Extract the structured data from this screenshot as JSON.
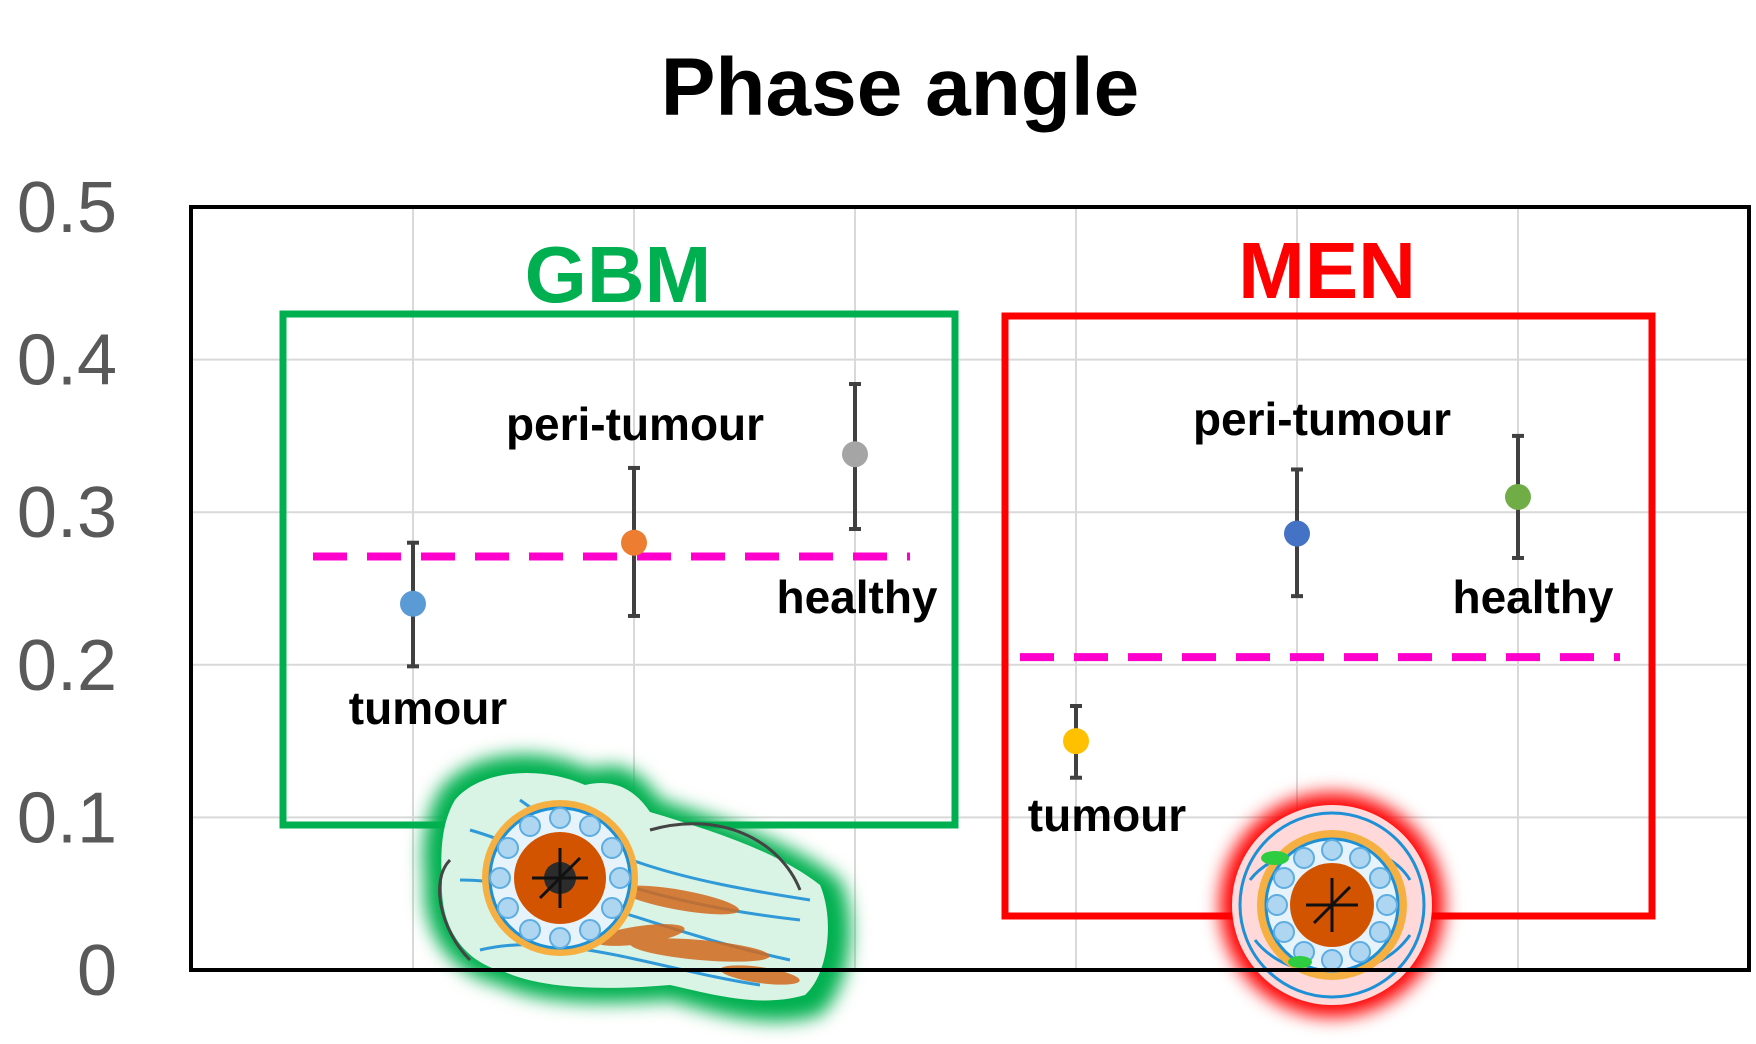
{
  "chart_data": {
    "type": "scatter",
    "title": "Phase angle",
    "xlabel": "",
    "ylabel": "",
    "ylim": [
      0,
      0.5
    ],
    "y_ticks": [
      "0",
      "0.1",
      "0.2",
      "0.3",
      "0.4",
      "0.5"
    ],
    "y_tick_values": [
      0,
      0.1,
      0.2,
      0.3,
      0.4,
      0.5
    ],
    "grid": true,
    "groups": [
      {
        "name": "GBM",
        "color": "#00B050",
        "threshold": 0.271,
        "threshold_color": "#FF00CC",
        "points": [
          {
            "label": "tumour",
            "y": 0.24,
            "err_low": 0.199,
            "err_high": 0.28,
            "color": "#5B9BD5"
          },
          {
            "label": "peri-tumour",
            "y": 0.28,
            "err_low": 0.232,
            "err_high": 0.329,
            "color": "#ED7D31"
          },
          {
            "label": "healthy",
            "y": 0.338,
            "err_low": 0.289,
            "err_high": 0.384,
            "color": "#A5A5A5"
          }
        ]
      },
      {
        "name": "MEN",
        "color": "#FF0000",
        "threshold": 0.205,
        "threshold_color": "#FF00CC",
        "points": [
          {
            "label": "tumour",
            "y": 0.15,
            "err_low": 0.126,
            "err_high": 0.173,
            "color": "#FFC000"
          },
          {
            "label": "peri-tumour",
            "y": 0.286,
            "err_low": 0.245,
            "err_high": 0.328,
            "color": "#4472C4"
          },
          {
            "label": "healthy",
            "y": 0.31,
            "err_low": 0.27,
            "err_high": 0.35,
            "color": "#70AD47"
          }
        ]
      }
    ]
  },
  "illustrations": [
    {
      "name": "gbm-tumour-illustration",
      "glow_color": "#00B050"
    },
    {
      "name": "men-tumour-illustration",
      "glow_color": "#FF0000"
    }
  ]
}
